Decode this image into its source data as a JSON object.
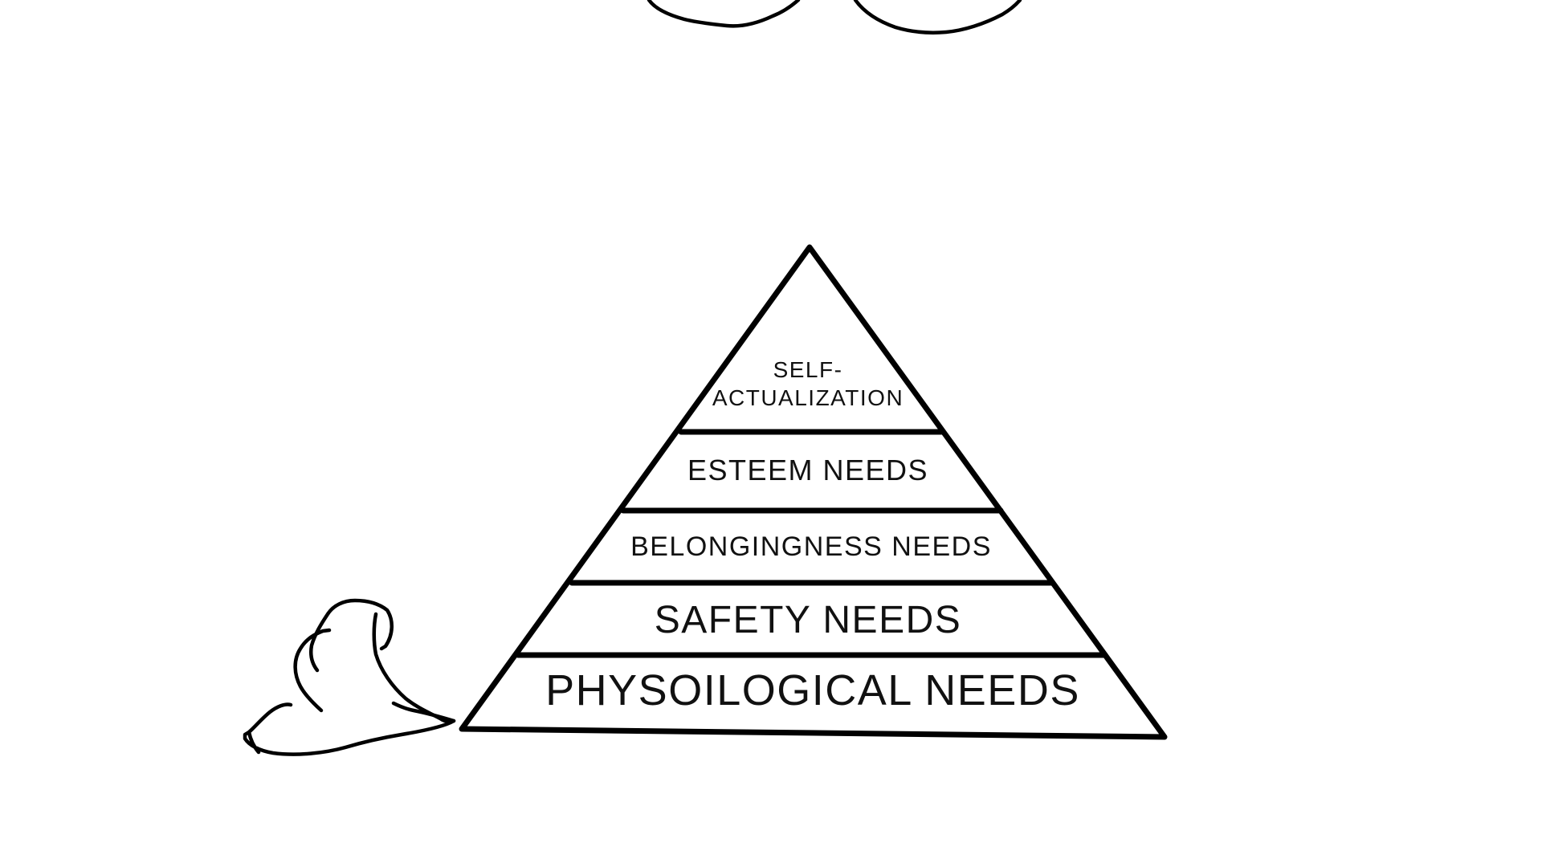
{
  "colors": {
    "background": "#ffffff",
    "ink": "#000000",
    "text": "#111111"
  },
  "pyramid": {
    "levels": [
      {
        "id": "self-actualization",
        "lines": [
          "SELF-",
          "ACTUALIZATION"
        ]
      },
      {
        "id": "esteem",
        "lines": [
          "ESTEEM NEEDS"
        ]
      },
      {
        "id": "belongingness",
        "lines": [
          "BELONGINGNESS NEEDS"
        ]
      },
      {
        "id": "safety",
        "lines": [
          "SAFETY NEEDS"
        ]
      },
      {
        "id": "physiological",
        "lines": [
          "PHYSOILOGICAL NEEDS"
        ]
      }
    ]
  }
}
